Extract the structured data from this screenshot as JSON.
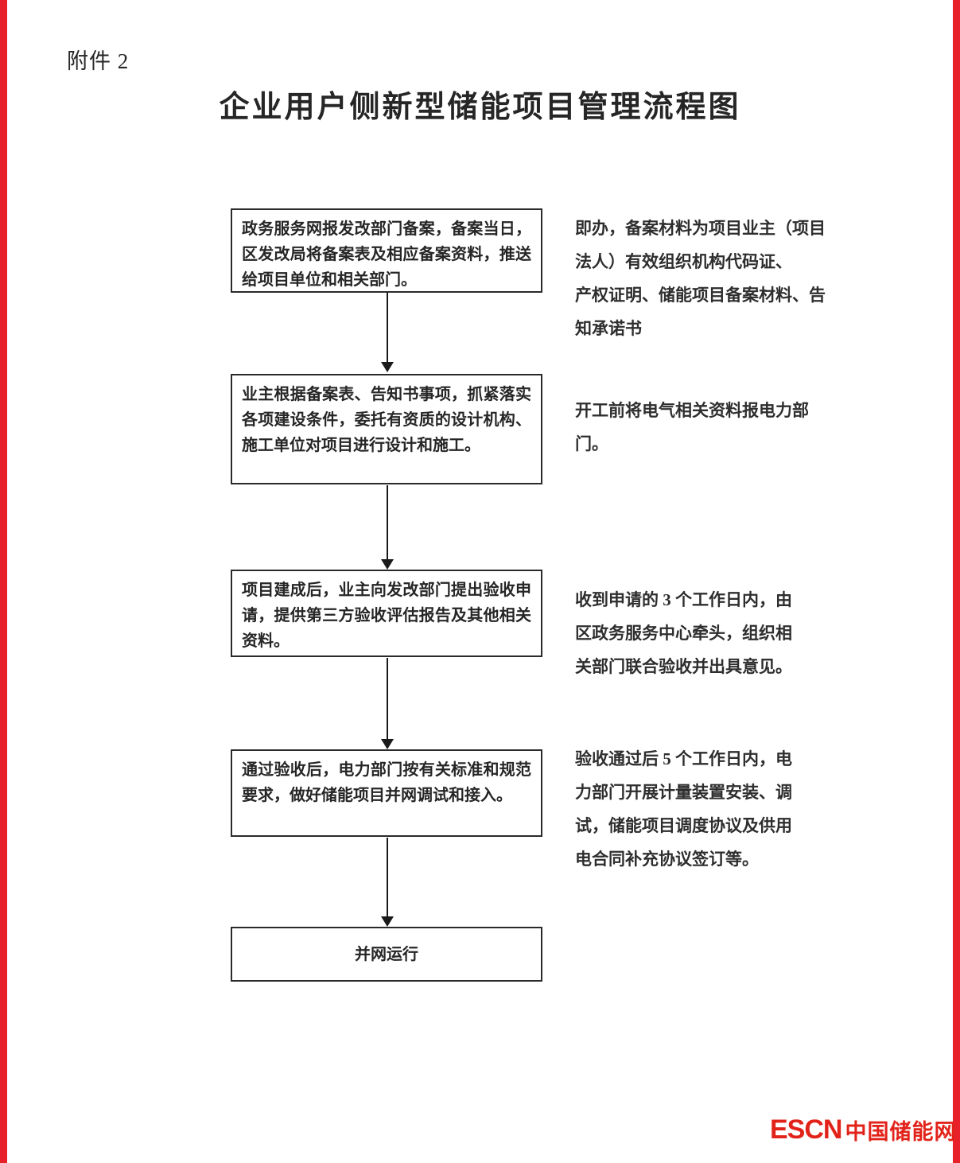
{
  "page": {
    "attachment_label": "附件 2",
    "title": "企业用户侧新型储能项目管理流程图"
  },
  "colors": {
    "edge_bar_red": "#e8202a",
    "box_border": "#2a2a2a",
    "logo_red": "#e2231a"
  },
  "flowchart": {
    "steps": [
      {
        "text": "政务服务网报发改部门备案，备案当日，区发改局将备案表及相应备案资料，推送给项目单位和相关部门。"
      },
      {
        "text": "业主根据备案表、告知书事项，抓紧落实各项建设条件，委托有资质的设计机构、施工单位对项目进行设计和施工。"
      },
      {
        "text": "项目建成后，业主向发改部门提出验收申请，提供第三方验收评估报告及其他相关资料。"
      },
      {
        "text": "通过验收后，电力部门按有关标准和规范要求，做好储能项目并网调试和接入。"
      },
      {
        "text": "并网运行"
      }
    ],
    "annotations": [
      {
        "lines": [
          "即办，备案材料为项目业主（项目",
          "法人）有效组织机构代码证、",
          "产权证明、储能项目备案材料、告",
          "知承诺书"
        ]
      },
      {
        "lines": [
          "开工前将电气相关资料报电力部",
          "门。"
        ]
      },
      {
        "lines": [
          "收到申请的 3 个工作日内，由",
          "区政务服务中心牵头，组织相",
          "关部门联合验收并出具意见。"
        ]
      },
      {
        "lines": [
          "验收通过后 5 个工作日内，电",
          "力部门开展计量装置安装、调",
          "试，储能项目调度协议及供用",
          "电合同补充协议签订等。"
        ]
      }
    ]
  },
  "footer": {
    "logo_text_en": "ESCN",
    "logo_text_cn": "中国储能网"
  }
}
